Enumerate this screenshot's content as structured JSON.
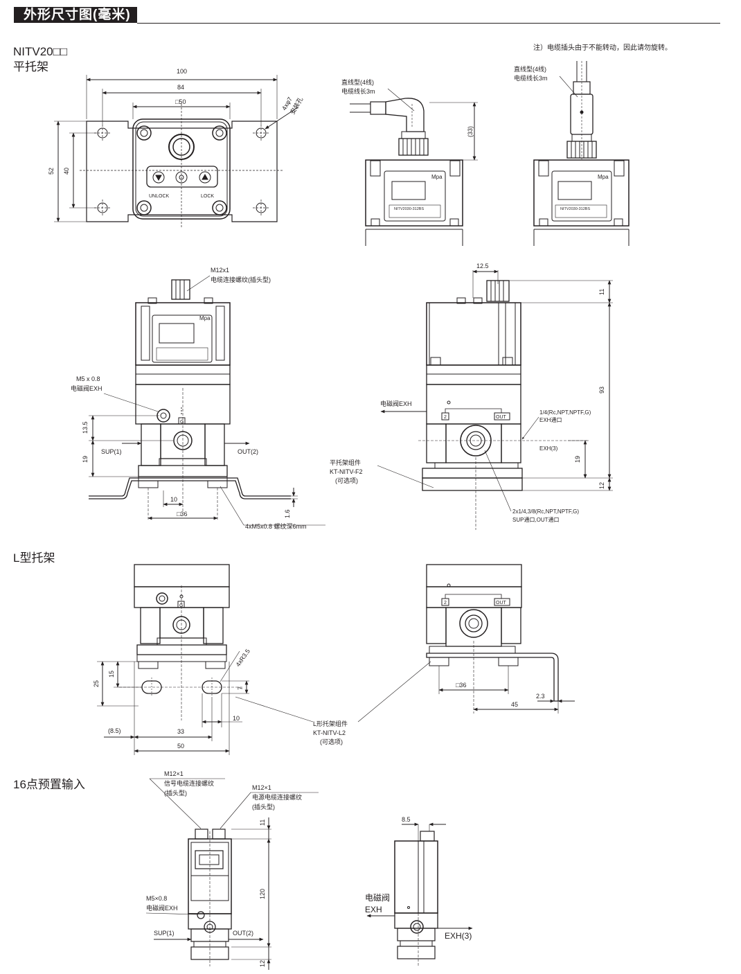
{
  "header": {
    "title": "外形尺寸图(毫米)"
  },
  "sections": {
    "model": "NITV20□□",
    "flat_bracket": "平托架",
    "l_bracket": "L型托架",
    "preset16": "16点预置输入"
  },
  "note": "注）电缆插头由于不能转动，因此请勿旋转。",
  "flat_top": {
    "dim_100": "100",
    "dim_84": "84",
    "dim_50": "□50",
    "dim_52": "52",
    "dim_40": "40",
    "holes": "4xφ7",
    "holes_desc": "安装孔",
    "unlock": "UNLOCK",
    "lock": "LOCK"
  },
  "cable": {
    "elbow_type": "直线型(4线)",
    "elbow_len": "电缆线长3m",
    "dim_33": "(33)",
    "straight_type": "直线型(4线)",
    "straight_len": "电缆线长3m",
    "mpa": "Mpa",
    "label_model": "NITV2030-312BS"
  },
  "front": {
    "m12": "M12x1",
    "m12_desc": "电缆连接螺纹(插头型)",
    "mpa": "Mpa",
    "m5": "M5 x 0.8",
    "m5_desc": "电磁阀EXH",
    "dim_135": "13.5",
    "dim_19": "19",
    "sup": "SUP(1)",
    "out": "OUT(2)",
    "dim_10": "10",
    "dim_36": "□36",
    "dim_16": "1.6",
    "screw": "4xM5x0.8 螺纹深6mm",
    "port_g": "G"
  },
  "side": {
    "dim_125": "12.5",
    "dim_11": "11",
    "dim_93": "93",
    "dim_19": "19",
    "dim_12": "12",
    "exh_valve": "电磁阀EXH",
    "port_note": "1/4(Rc,NPT,NPTF,G)",
    "exh_port": "EXH通口",
    "exh3": "EXH(3)",
    "kit_name": "平托架组件",
    "kit_code": "KT-NITV-F2",
    "kit_opt": "(可选项)",
    "sup_note": "2x1/4,3/8(Rc,NPT,NPTF,G)",
    "sup_port": "SUP通口,OUT通口",
    "port2": "2",
    "port_out": "OUT"
  },
  "lbr": {
    "r35": "4xR3.5",
    "dim_15": "15",
    "dim_25": "25",
    "dim_7": "7",
    "dim_10": "10",
    "dim_85": "(8.5)",
    "dim_33": "33",
    "dim_50": "50",
    "kit_name": "L形托架组件",
    "kit_code": "KT-NITV-L2",
    "kit_opt": "(可选项)",
    "dim_36": "□36",
    "dim_23": "2.3",
    "dim_45": "45",
    "port2": "2",
    "port_out": "OUT",
    "port_g": "G"
  },
  "preset": {
    "m12a": "M12×1",
    "m12a_desc1": "信号电缆连接螺纹",
    "m12a_desc2": "(插头型)",
    "m12b": "M12×1",
    "m12b_desc1": "电源电缆连接螺纹",
    "m12b_desc2": "(插头型)",
    "dim_11": "11",
    "dim_120": "120",
    "dim_12": "12",
    "m5": "M5×0.8",
    "m5_desc": "电磁阀EXH",
    "sup": "SUP(1)",
    "out": "OUT(2)",
    "dim_85": "8.5",
    "exh_valve1": "电磁阀",
    "exh_valve2": "EXH",
    "exh3": "EXH(3)"
  }
}
